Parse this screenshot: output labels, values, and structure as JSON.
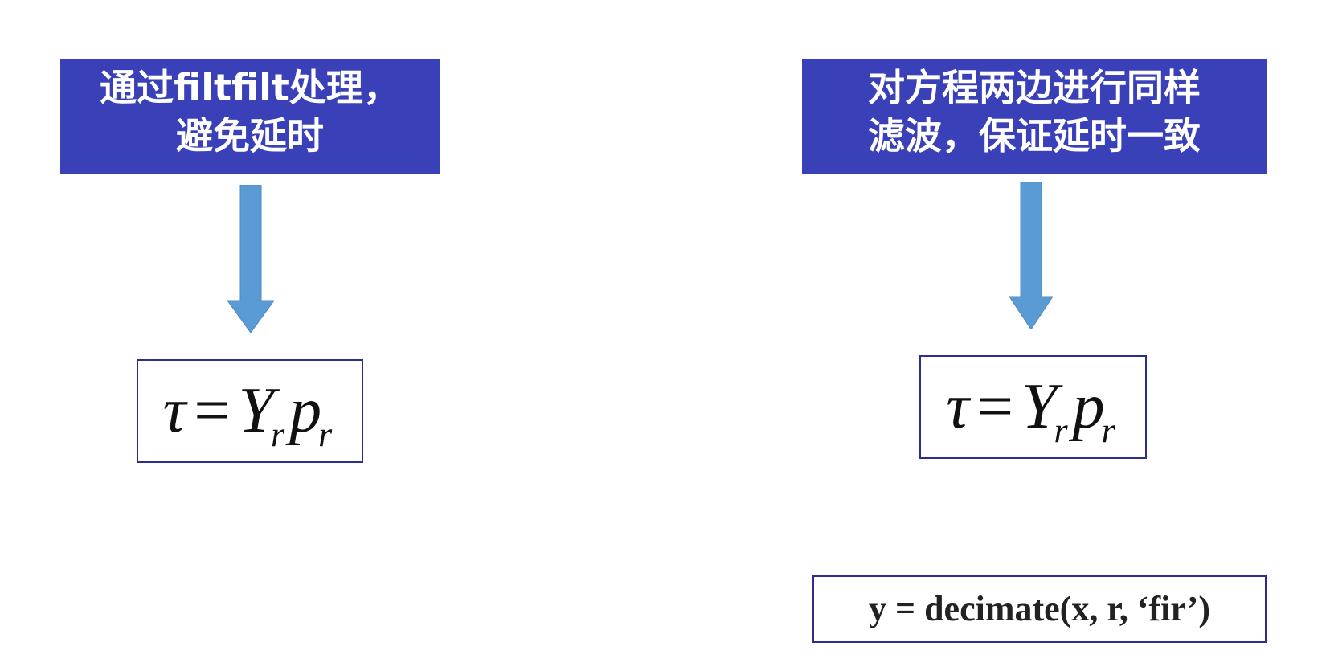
{
  "colors": {
    "title_background": "#3a40b8",
    "title_text": "#ffffff",
    "arrow": "#5b9bd5",
    "box_border": "#2b2e8f"
  },
  "left": {
    "title_lines": [
      "通过filtfilt处理，",
      "避免延时"
    ],
    "equation": {
      "lhs": "τ",
      "equals": "=",
      "y": "Y",
      "y_sub": "r",
      "p": "p",
      "p_sub": "r"
    }
  },
  "right": {
    "title_lines": [
      "对方程两边进行同样",
      "滤波，保证延时一致"
    ],
    "equation": {
      "lhs": "τ",
      "equals": "=",
      "y": "Y",
      "y_sub": "r",
      "p": "p",
      "p_sub": "r"
    },
    "code": "y = decimate(x, r, ‘fir’)"
  }
}
